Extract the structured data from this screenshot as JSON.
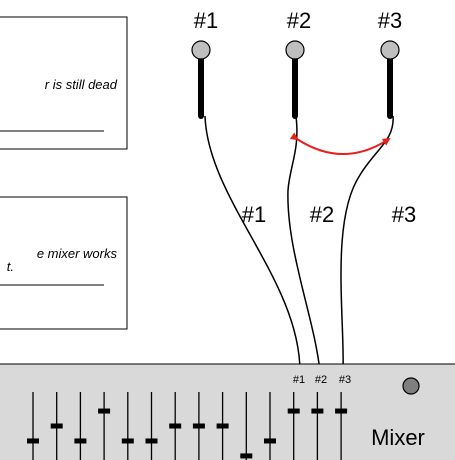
{
  "notes": [
    {
      "line1": "r is still dead",
      "line2": ""
    },
    {
      "line1": "e mixer works",
      "line2": "t."
    }
  ],
  "microphones": [
    {
      "label": "#1"
    },
    {
      "label": "#2"
    },
    {
      "label": "#3"
    }
  ],
  "cables": [
    {
      "label": "#1"
    },
    {
      "label": "#2"
    },
    {
      "label": "#3"
    }
  ],
  "mixer": {
    "title": "Mixer",
    "inputs": [
      "#1",
      "#2",
      "#3"
    ],
    "knob_color": "#7f7f7f",
    "panel_color": "#d9d9d9",
    "fader_levels": [
      0.28,
      0.5,
      0.28,
      0.72,
      0.28,
      0.28,
      0.5,
      0.5,
      0.5,
      0.06,
      0.28,
      0.72,
      0.72,
      0.72
    ]
  },
  "swap_arrow_color": "#e8201c"
}
